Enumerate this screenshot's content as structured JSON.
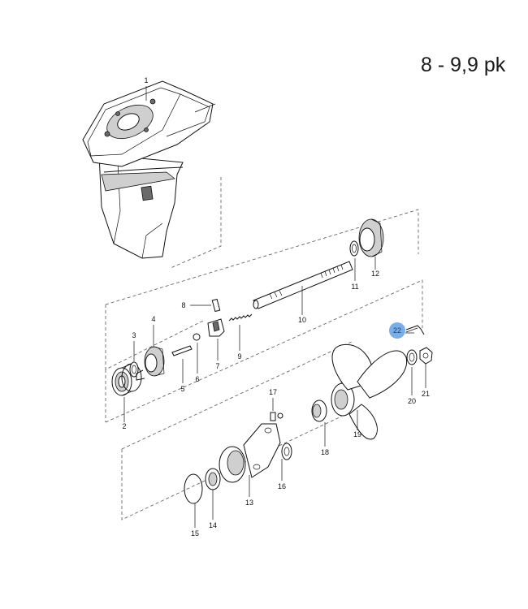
{
  "title": "8 - 9,9 pk",
  "highlight_color": "#7aaee6",
  "highlighted_part": "22",
  "parts": [
    {
      "id": "p1",
      "number": "1",
      "name": "gearcase-housing"
    },
    {
      "id": "p2",
      "number": "2",
      "name": "bearing"
    },
    {
      "id": "p3",
      "number": "3",
      "name": "shim"
    },
    {
      "id": "p4",
      "number": "4",
      "name": "forward-gear"
    },
    {
      "id": "p5",
      "number": "5",
      "name": "pin"
    },
    {
      "id": "p6",
      "number": "6",
      "name": "ball"
    },
    {
      "id": "p7",
      "number": "7",
      "name": "dog-clutch"
    },
    {
      "id": "p8",
      "number": "8",
      "name": "cross-pin"
    },
    {
      "id": "p9",
      "number": "9",
      "name": "spring"
    },
    {
      "id": "p10",
      "number": "10",
      "name": "propeller-shaft"
    },
    {
      "id": "p11",
      "number": "11",
      "name": "washer"
    },
    {
      "id": "p12",
      "number": "12",
      "name": "reverse-gear"
    },
    {
      "id": "p13",
      "number": "13",
      "name": "bearing-carrier"
    },
    {
      "id": "p14",
      "number": "14",
      "name": "bearing"
    },
    {
      "id": "p15",
      "number": "15",
      "name": "o-ring"
    },
    {
      "id": "p16",
      "number": "16",
      "name": "washer"
    },
    {
      "id": "p17",
      "number": "17",
      "name": "bolt"
    },
    {
      "id": "p18",
      "number": "18",
      "name": "thrust-hub"
    },
    {
      "id": "p19",
      "number": "19",
      "name": "propeller"
    },
    {
      "id": "p20",
      "number": "20",
      "name": "washer"
    },
    {
      "id": "p21",
      "number": "21",
      "name": "nut"
    },
    {
      "id": "p22",
      "number": "22",
      "name": "cotter-pin"
    }
  ]
}
